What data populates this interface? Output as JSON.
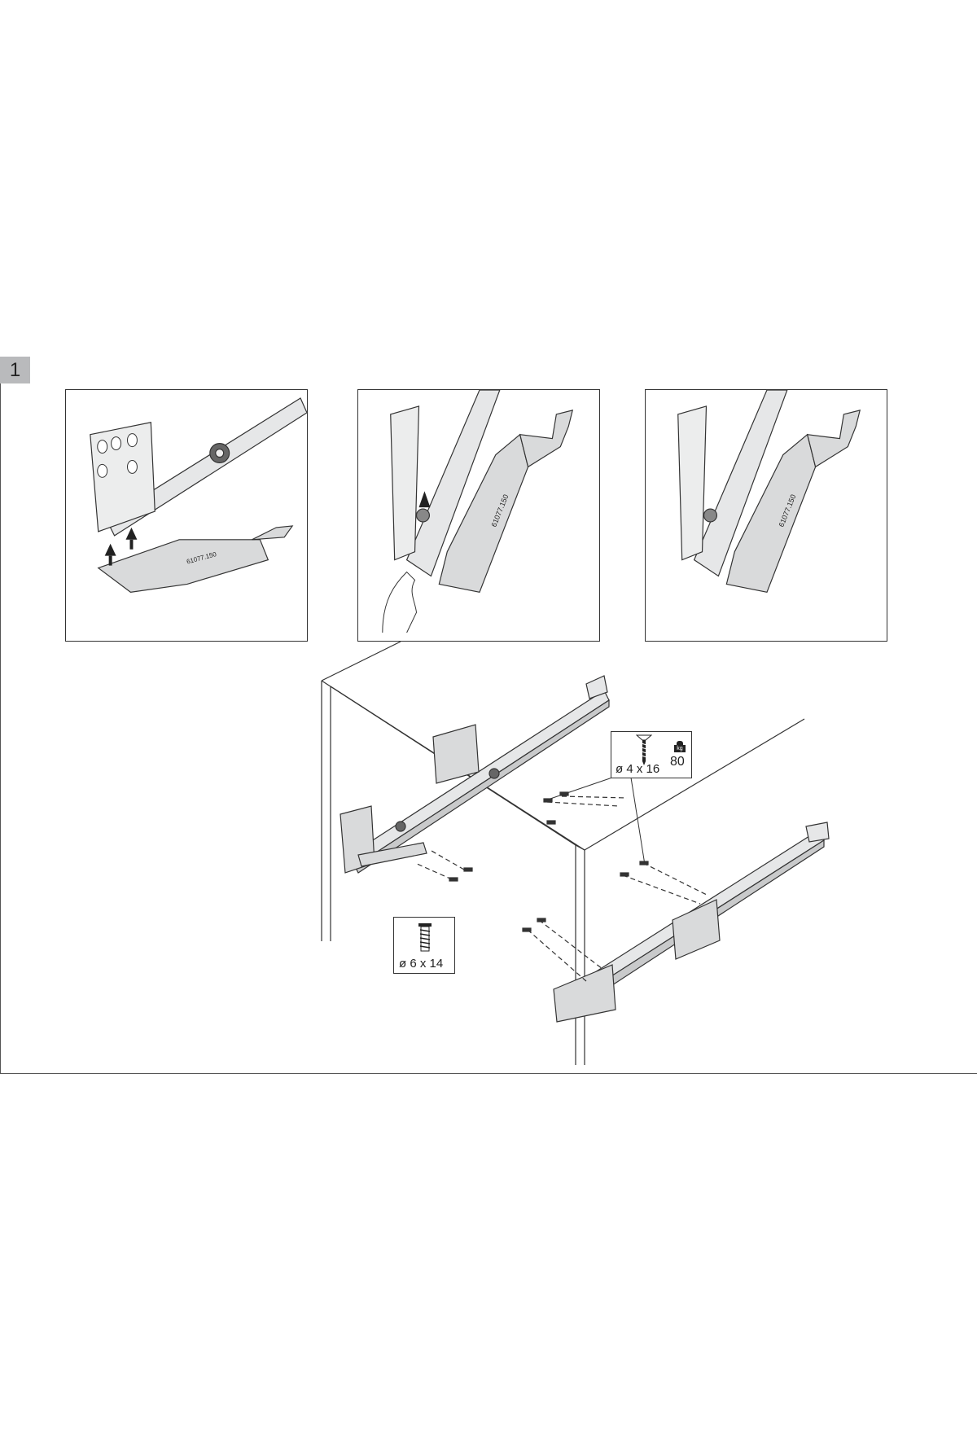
{
  "step": {
    "number": "1"
  },
  "panels": [
    {
      "part_label": "61077.150"
    },
    {
      "part_label": "61077.150"
    },
    {
      "part_label": "61077.150"
    }
  ],
  "screws": {
    "wood_screw": {
      "spec": "ø 4 x 16",
      "load_unit": "kg",
      "load_value": "80"
    },
    "euro_screw": {
      "spec": "ø 6 x 14"
    }
  },
  "colors": {
    "badge": "#b9babc",
    "line": "#333333",
    "metal": "#d9dadb"
  }
}
